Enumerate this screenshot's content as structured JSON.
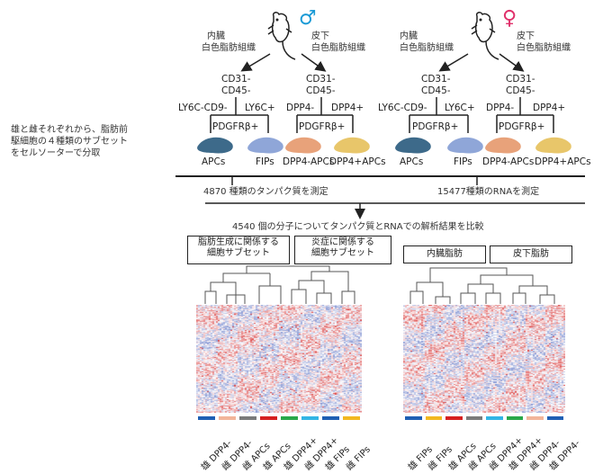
{
  "description_text": [
    "雄と雌それぞれから、脂肪前",
    "駆細胞の４種類のサブセット",
    "をセルソーターで分取"
  ],
  "male_symbol": "♂",
  "female_symbol": "♀",
  "colors": {
    "male": "#1a9ad6",
    "female": "#e0306a",
    "apc": "#3d6a8a",
    "fip": "#8fa6d8",
    "dpp4neg": "#e8a27a",
    "dpp4pos": "#e8c66a",
    "heat_red": "#d62b2b",
    "heat_blue": "#3b56b8"
  },
  "male": {
    "visceral_label": [
      "内臓",
      "白色脂肪組織"
    ],
    "subcutaneous_label": [
      "皮下",
      "白色脂肪組織"
    ],
    "cd_left": [
      "CD31-",
      "CD45-"
    ],
    "cd_right": [
      "CD31-",
      "CD45-"
    ],
    "marker_ly6c_neg": "LY6C-CD9-",
    "marker_ly6c_pos": "LY6C+",
    "marker_dpp4_neg": "DPP4-",
    "marker_dpp4_pos": "DPP4+",
    "pdgfr_left": "PDGFRβ+",
    "pdgfr_right": "PDGFRβ+",
    "cells": [
      "APCs",
      "FIPs",
      "DPP4-APCs",
      "DPP4+APCs"
    ]
  },
  "female": {
    "visceral_label": [
      "内臓",
      "白色脂肪組織"
    ],
    "subcutaneous_label": [
      "皮下",
      "白色脂肪組織"
    ],
    "cd_left": [
      "CD31-",
      "CD45-"
    ],
    "cd_right": [
      "CD31-",
      "CD45-"
    ],
    "marker_ly6c_neg": "LY6C-CD9-",
    "marker_ly6c_pos": "LY6C+",
    "marker_dpp4_neg": "DPP4-",
    "marker_dpp4_pos": "DPP4+",
    "pdgfr_left": "PDGFRβ+",
    "pdgfr_right": "PDGFRβ+",
    "cells": [
      "APCs",
      "FIPs",
      "DPP4-APCs",
      "DPP4+APCs"
    ]
  },
  "protein_text": "4870 種類のタンパク質を測定",
  "rna_text": "15477種類のRNAを測定",
  "compare_text": "4540 個の分子についてタンパク質とRNAでの解析結果を比較",
  "boxes": {
    "adipogenesis": [
      "脂肪生成に関係する",
      "細胞サブセット"
    ],
    "inflammation": [
      "炎症に関係する",
      "細胞サブセット"
    ],
    "visceral": "内臓脂肪",
    "subcutaneous": "皮下脂肪"
  },
  "left_columns": [
    "雄 DPP4-",
    "雌 DPP4-",
    "雌 APCs",
    "雄 APCs",
    "雄 DPP4+",
    "雌 DPP4+",
    "雄 FIPs",
    "雌 FIPs"
  ],
  "left_column_colors": [
    "#1f5fb4",
    "#f2b59a",
    "#7a7a7a",
    "#d62020",
    "#2aa84a",
    "#33b5e5",
    "#1f5fb4",
    "#f2b820"
  ],
  "right_columns": [
    "雄 FIPs",
    "雌 FIPs",
    "雄 APCs",
    "雌 APCs",
    "雌 DPP4+",
    "雄 DPP4+",
    "雌 DPP4-",
    "雄 DPP4-"
  ],
  "right_column_colors": [
    "#1f5fb4",
    "#f2b820",
    "#d62020",
    "#7a7a7a",
    "#33b5e5",
    "#2aa84a",
    "#f2b59a",
    "#1f5fb4"
  ]
}
